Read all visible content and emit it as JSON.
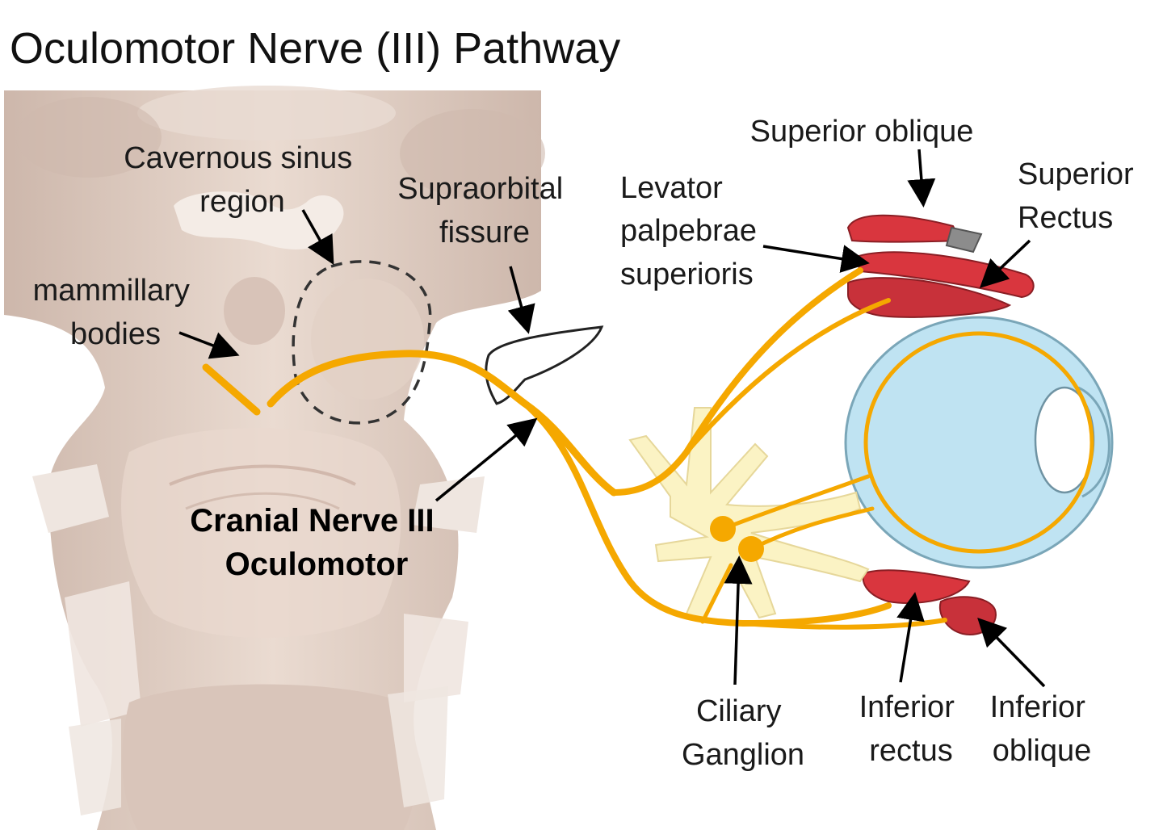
{
  "title": "Oculomotor Nerve (III) Pathway",
  "labels": {
    "cavernous_sinus_line1": "Cavernous sinus",
    "cavernous_sinus_line2": "region",
    "supraorbital_line1": "Supraorbital",
    "supraorbital_line2": "fissure",
    "mammillary_line1": "mammillary",
    "mammillary_line2": "bodies",
    "cn3_line1": "Cranial Nerve III",
    "cn3_line2": "Oculomotor",
    "superior_oblique": "Superior oblique",
    "levator_line1": "Levator",
    "levator_line2": "palpebrae",
    "levator_line3": "superioris",
    "superior_rectus_line1": "Superior",
    "superior_rectus_line2": "Rectus",
    "ciliary_line1": "Ciliary",
    "ciliary_line2": "Ganglion",
    "inferior_rectus_line1": "Inferior",
    "inferior_rectus_line2": "rectus",
    "inferior_oblique_line1": "Inferior",
    "inferior_oblique_line2": "oblique"
  },
  "colors": {
    "nerve": "#f5a800",
    "muscle": "#d9363e",
    "eyeball": "#bfe3f2",
    "ganglion": "#fbf3c4",
    "brainstem": "#e4d3c8"
  }
}
